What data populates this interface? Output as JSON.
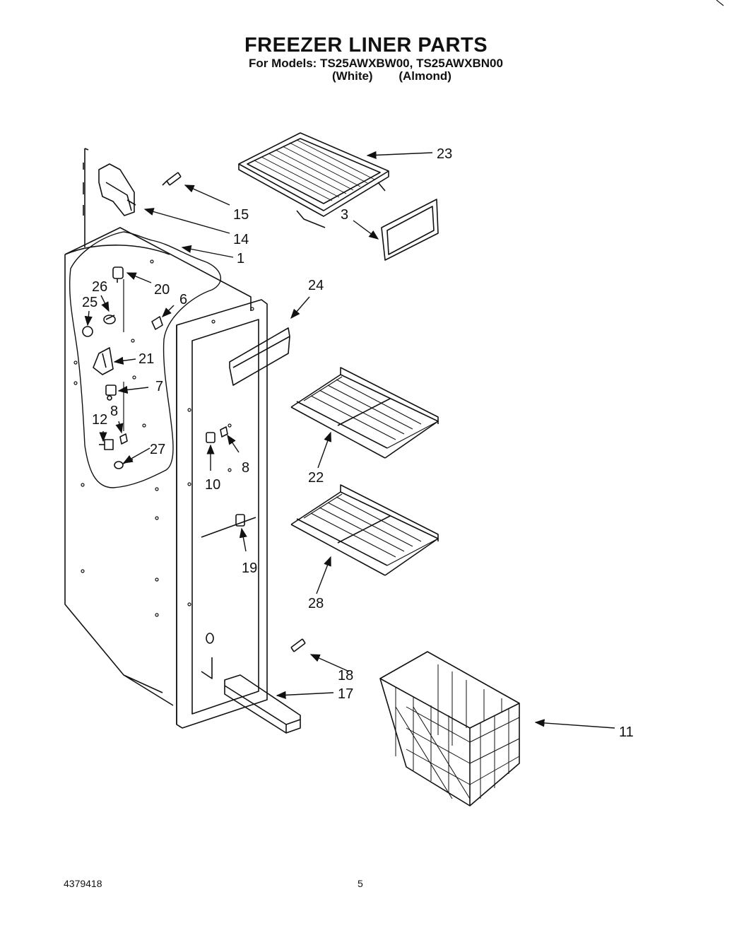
{
  "header": {
    "title": "FREEZER LINER PARTS",
    "subtitle": "For Models: TS25AWXBW00, TS25AWXBN00",
    "variant_white": "(White)",
    "variant_almond": "(Almond)"
  },
  "callouts": {
    "c23": "23",
    "c3": "3",
    "c15": "15",
    "c14": "14",
    "c1": "1",
    "c20": "20",
    "c26": "26",
    "c25": "25",
    "c6": "6",
    "c24": "24",
    "c21": "21",
    "c7": "7",
    "c8a": "8",
    "c12": "12",
    "c27": "27",
    "c8b": "8",
    "c10": "10",
    "c22": "22",
    "c19": "19",
    "c28": "28",
    "c18": "18",
    "c17": "17",
    "c11": "11"
  },
  "footer": {
    "doc_number": "4379418",
    "page_number": "5"
  }
}
